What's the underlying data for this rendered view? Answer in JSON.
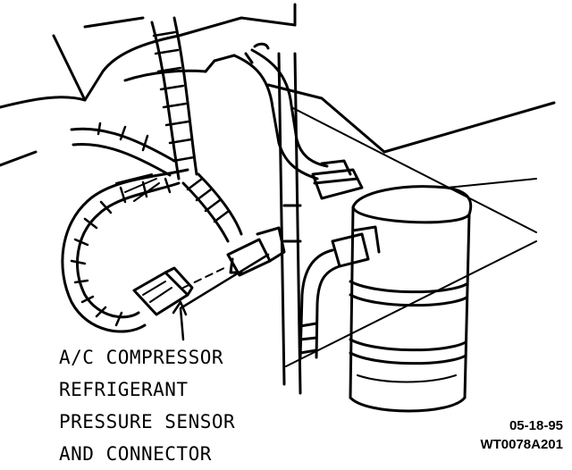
{
  "callout": {
    "line1": "A/C COMPRESSOR",
    "line2": "REFRIGERANT",
    "line3": "PRESSURE SENSOR",
    "line4": "AND CONNECTOR"
  },
  "stamp": {
    "date": "05-18-95",
    "code": "WT0078A201"
  }
}
